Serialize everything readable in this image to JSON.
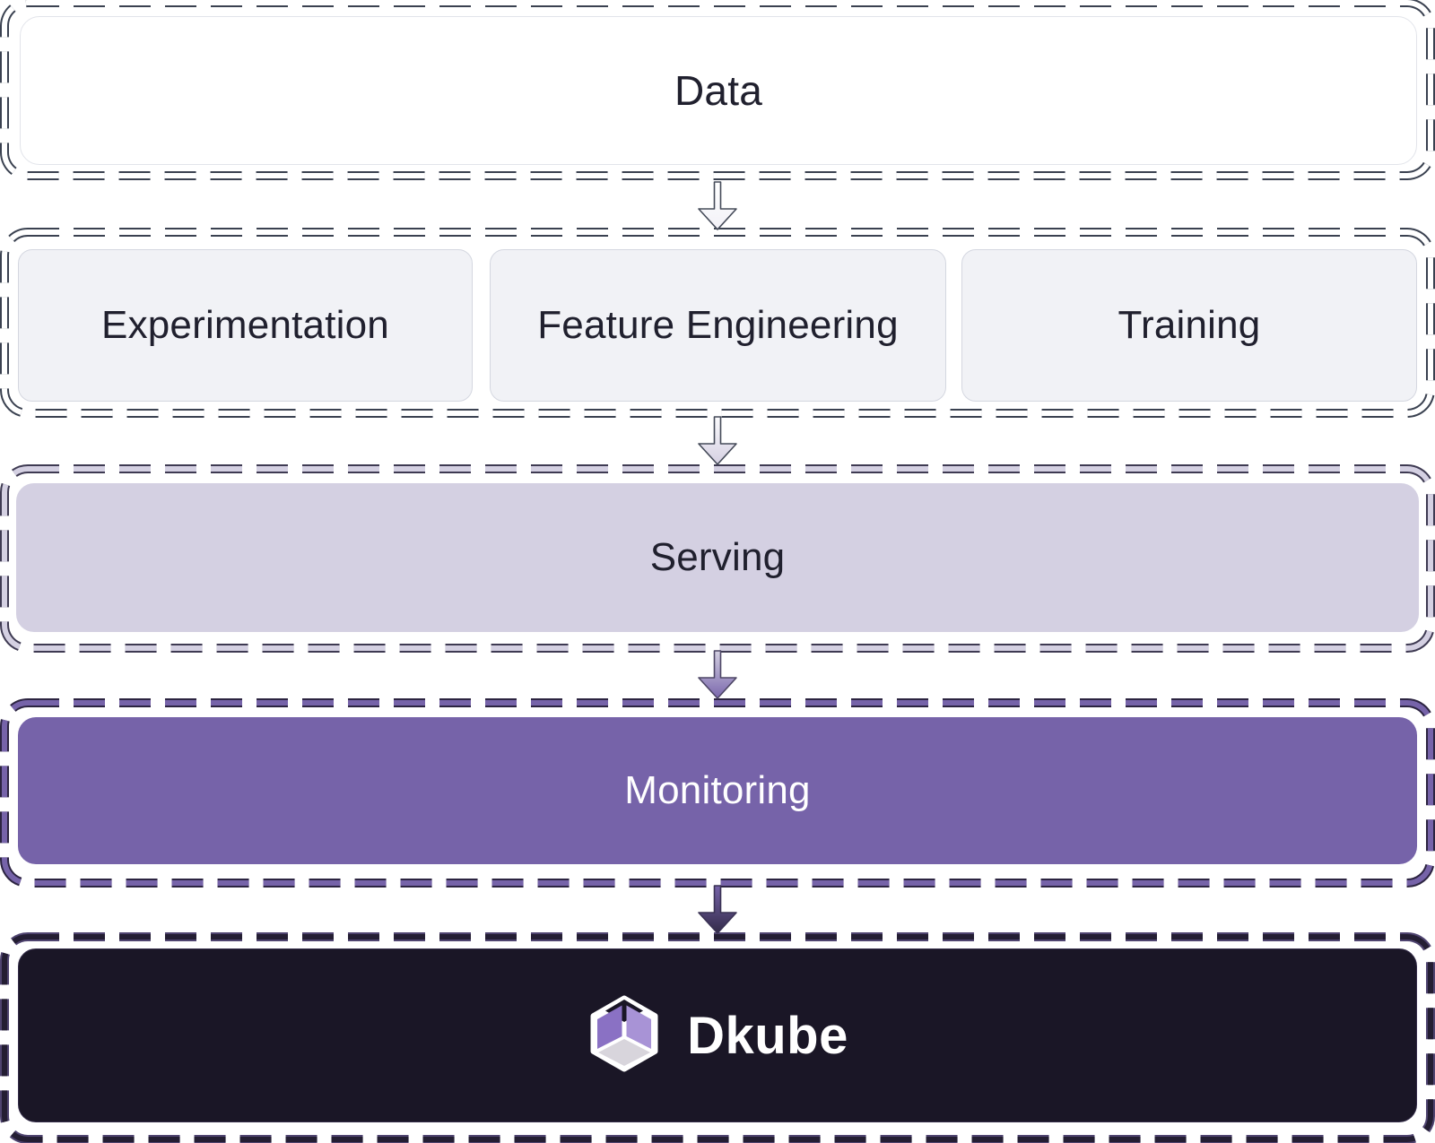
{
  "diagram": {
    "type": "flowchart",
    "direction": "top-down",
    "data": {
      "label": "Data"
    },
    "stages": [
      {
        "label": "Experimentation"
      },
      {
        "label": "Feature Engineering"
      },
      {
        "label": "Training"
      }
    ],
    "serving": {
      "label": "Serving"
    },
    "monitoring": {
      "label": "Monitoring"
    },
    "platform": {
      "label": "Dkube",
      "icon": "dkube-cube-icon"
    },
    "arrows": [
      {
        "from": "Data",
        "to": "Experimentation / Feature Engineering / Training"
      },
      {
        "from": "Experimentation / Feature Engineering / Training",
        "to": "Serving"
      },
      {
        "from": "Serving",
        "to": "Monitoring"
      },
      {
        "from": "Monitoring",
        "to": "Dkube"
      }
    ]
  },
  "colors": {
    "background": "#ffffff",
    "data_box_fill": "#ffffff",
    "stage_box_fill": "#f1f2f6",
    "serving_fill": "#d4d0e2",
    "monitoring_fill": "#7663a9",
    "platform_fill": "#1a1626",
    "text_dark": "#20202e",
    "text_light": "#ffffff",
    "dash_outline_dark": "#3a4150",
    "dash_fill_light": "#ffffff",
    "dash_fill_serving": "#d4d0e2",
    "dash_fill_monitoring": "#7663a9",
    "dash_fill_platform": "#241e33",
    "cube_left_face": "#8a71c4",
    "cube_right_face": "#a893d6",
    "cube_front_face": "#d8d5dc"
  }
}
